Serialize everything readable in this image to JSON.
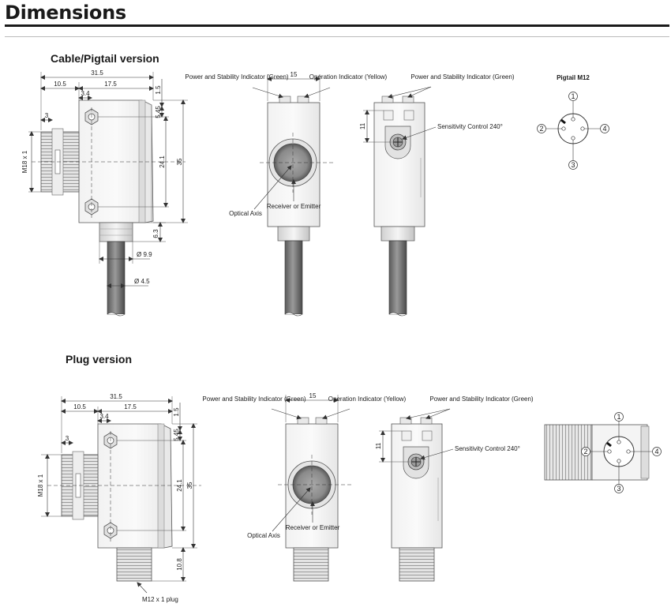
{
  "header": {
    "title": "Dimensions"
  },
  "cable": {
    "title": "Cable/Pigtail version",
    "side": {
      "d_total": "31.5",
      "d_left": "10.5",
      "d_right": "17.5",
      "d_34": "3.4",
      "d_3": "3",
      "d_15": "1.5",
      "d_545": "5.45",
      "d_241": "24.1",
      "d_35": "35",
      "d_thread": "M18 x 1",
      "d_63": "6.3",
      "d_99": "Ø 9.9",
      "d_45": "Ø 4.5"
    },
    "front": {
      "d_width": "15",
      "power_label": "Power and Stability Indicator (Green)",
      "operation_label": "Operation Indicator (Yellow)",
      "optical_axis": "Optical Axis",
      "receiver_label": "Receiver or Emitter"
    },
    "back": {
      "power_label": "Power and Stability Indicator (Green)",
      "d_11": "11",
      "sensitivity_label": "Sensitivity Control 240°"
    },
    "pigtail": {
      "title": "Pigtail M12",
      "pins": [
        "1",
        "2",
        "3",
        "4"
      ]
    }
  },
  "plug": {
    "title": "Plug version",
    "side": {
      "d_total": "31.5",
      "d_left": "10.5",
      "d_right": "17.5",
      "d_34": "3.4",
      "d_3": "3",
      "d_15": "1.5",
      "d_545": "5.45",
      "d_241": "24.1",
      "d_35": "35",
      "d_thread": "M18 x 1",
      "d_108": "10.8",
      "plug_label": "M12 x 1 plug"
    },
    "front": {
      "d_width": "15",
      "power_label": "Power and Stability Indicator (Green)",
      "operation_label": "Operation Indicator (Yellow)",
      "optical_axis": "Optical Axis",
      "receiver_label": "Receiver or Emitter"
    },
    "back": {
      "power_label": "Power and Stability Indicator (Green)",
      "d_11": "11",
      "sensitivity_label": "Sensitivity Control 240°"
    },
    "connector": {
      "pins": [
        "1",
        "2",
        "3",
        "4"
      ]
    }
  }
}
